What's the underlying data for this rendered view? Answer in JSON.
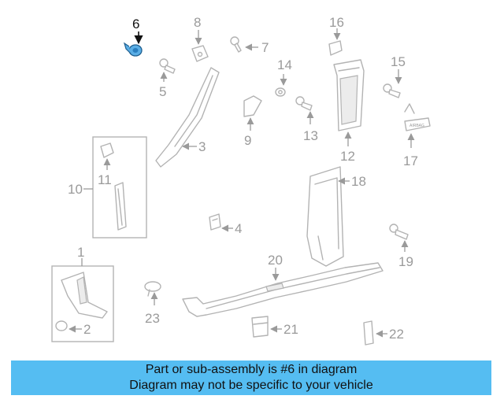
{
  "colors": {
    "banner_bg": "#55bdf2",
    "highlight_part": "#5aaee6",
    "outline": "#b3b3b3",
    "label": "#9a9a9a",
    "highlight_label": "#111111"
  },
  "callouts": {
    "c1": "1",
    "c2": "2",
    "c3": "3",
    "c4": "4",
    "c5": "5",
    "c6": "6",
    "c7": "7",
    "c8": "8",
    "c9": "9",
    "c10": "10",
    "c11": "11",
    "c12": "12",
    "c13": "13",
    "c14": "14",
    "c15": "15",
    "c16": "16",
    "c17": "17",
    "c18": "18",
    "c19": "19",
    "c20": "20",
    "c21": "21",
    "c22": "22",
    "c23": "23"
  },
  "highlighted_part": "6",
  "part17_mark": "AIRBAG",
  "banner": {
    "line1": "Part or sub-assembly is #6 in diagram",
    "line2": "Diagram may not be specific to your vehicle"
  }
}
